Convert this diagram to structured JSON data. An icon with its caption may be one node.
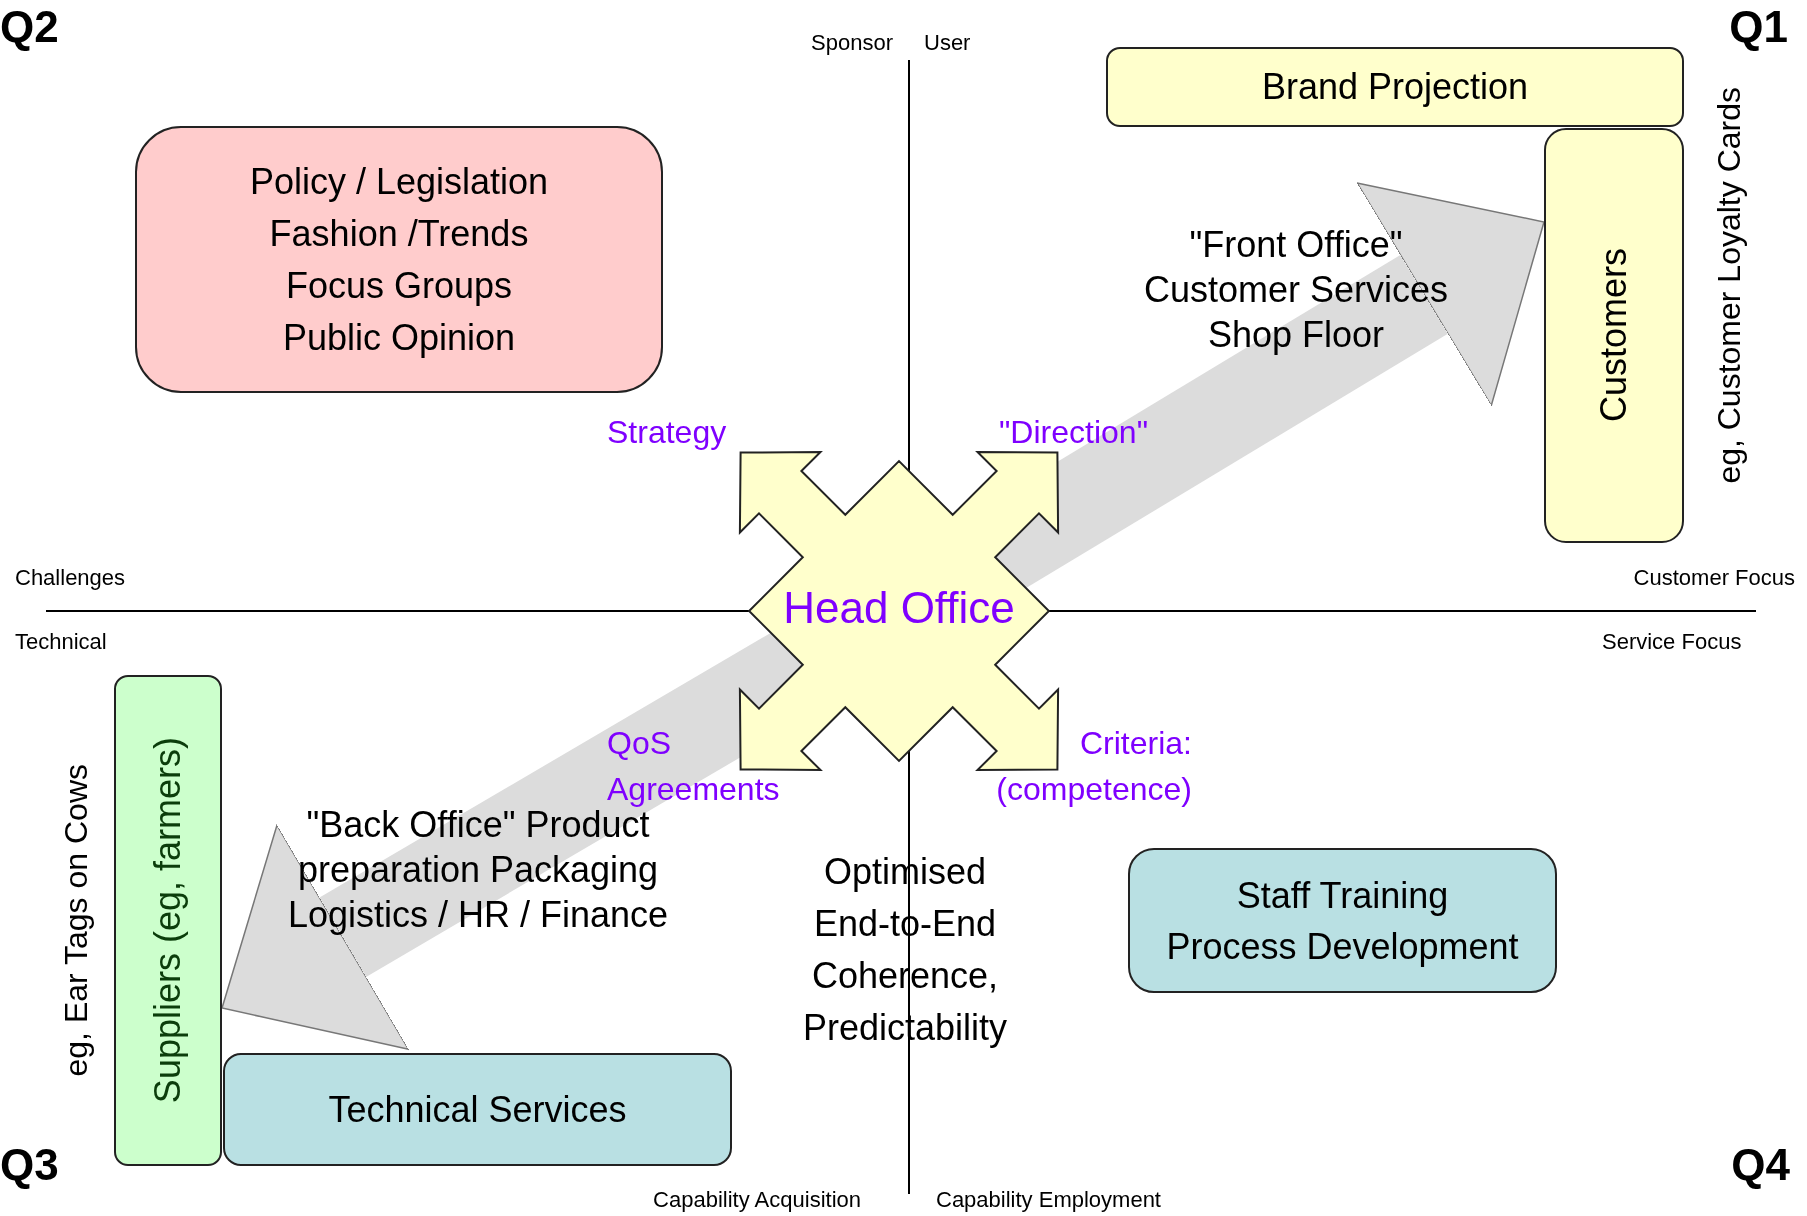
{
  "diagram": {
    "nodes": [
      {
        "text": [
          "Policy / Legislation",
          "Fashion /Trends",
          "Focus Groups",
          "Public Opinion"
        ]
      },
      {
        "text": [
          "Brand Projection"
        ]
      },
      {
        "text": [
          "Customers"
        ],
        "beside": [
          "eg, Customer Loyalty Cards"
        ]
      },
      {
        "text": [
          "Head Office"
        ],
        "beside": [
          "Strategy",
          "\"Direction\"",
          "QoS Agreements",
          "Criteria: (competence)"
        ]
      },
      {
        "text": [
          "Staff Training",
          "Process Development"
        ]
      },
      {
        "text": [
          "Suppliers (eg, farmers)"
        ],
        "beside": [
          "eg, Ear Tags on Cows"
        ]
      },
      {
        "text": [
          "Technical Services"
        ]
      }
    ],
    "edges": [
      {
        "from": 3,
        "to": 2,
        "arrow": "to",
        "label": "\"Front Office\" Customer Services Shop Floor"
      },
      {
        "from": 3,
        "to": 5,
        "arrow": "to",
        "label": "\"Back Office\" Product preparation Packaging Logistics / HR / Finance"
      }
    ],
    "labels": [
      "Q2",
      "Sponsor",
      "User",
      "Q1",
      "Challenges",
      "Customer Focus",
      "Technical",
      "Service Focus",
      "Optimised End-to-End Coherence, Predictability",
      "Q3",
      "Q4",
      "Capability Acquisition",
      "Capability Employment"
    ]
  }
}
